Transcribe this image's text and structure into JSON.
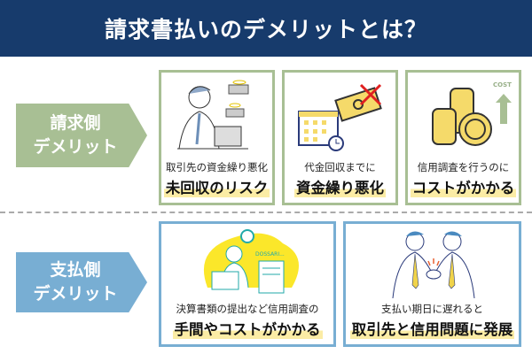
{
  "title": "請求書払いのデメリットとは？",
  "colors": {
    "header": "#173b6c",
    "seller": "#a8bf94",
    "buyer": "#78aed3",
    "highlight": "#fbeca5"
  },
  "seller": {
    "label_line1": "請求側",
    "label_line2": "デメリット",
    "cards": [
      {
        "sub": "取引先の資金繰り悪化",
        "main": "未回収のリスク",
        "icon": "worried-man-flying-money-icon"
      },
      {
        "sub": "代金回収までに",
        "main": "資金繰り悪化",
        "icon": "calendar-money-cross-icon"
      },
      {
        "sub": "信用調査を行うのに",
        "main": "コストがかかる",
        "icon": "coins-cost-up-icon",
        "cost_label": "COST"
      }
    ]
  },
  "buyer": {
    "label_line1": "支払側",
    "label_line2": "デメリット",
    "cards": [
      {
        "sub": "決算書類の提出など信用調査の",
        "main": "手間やコストがかかる",
        "icon": "woman-documents-icon",
        "doc_label": "DOSSARI..."
      },
      {
        "sub": "支払い期日に遅れると",
        "main": "取引先と信用問題に発展",
        "icon": "handshake-icon"
      }
    ]
  }
}
